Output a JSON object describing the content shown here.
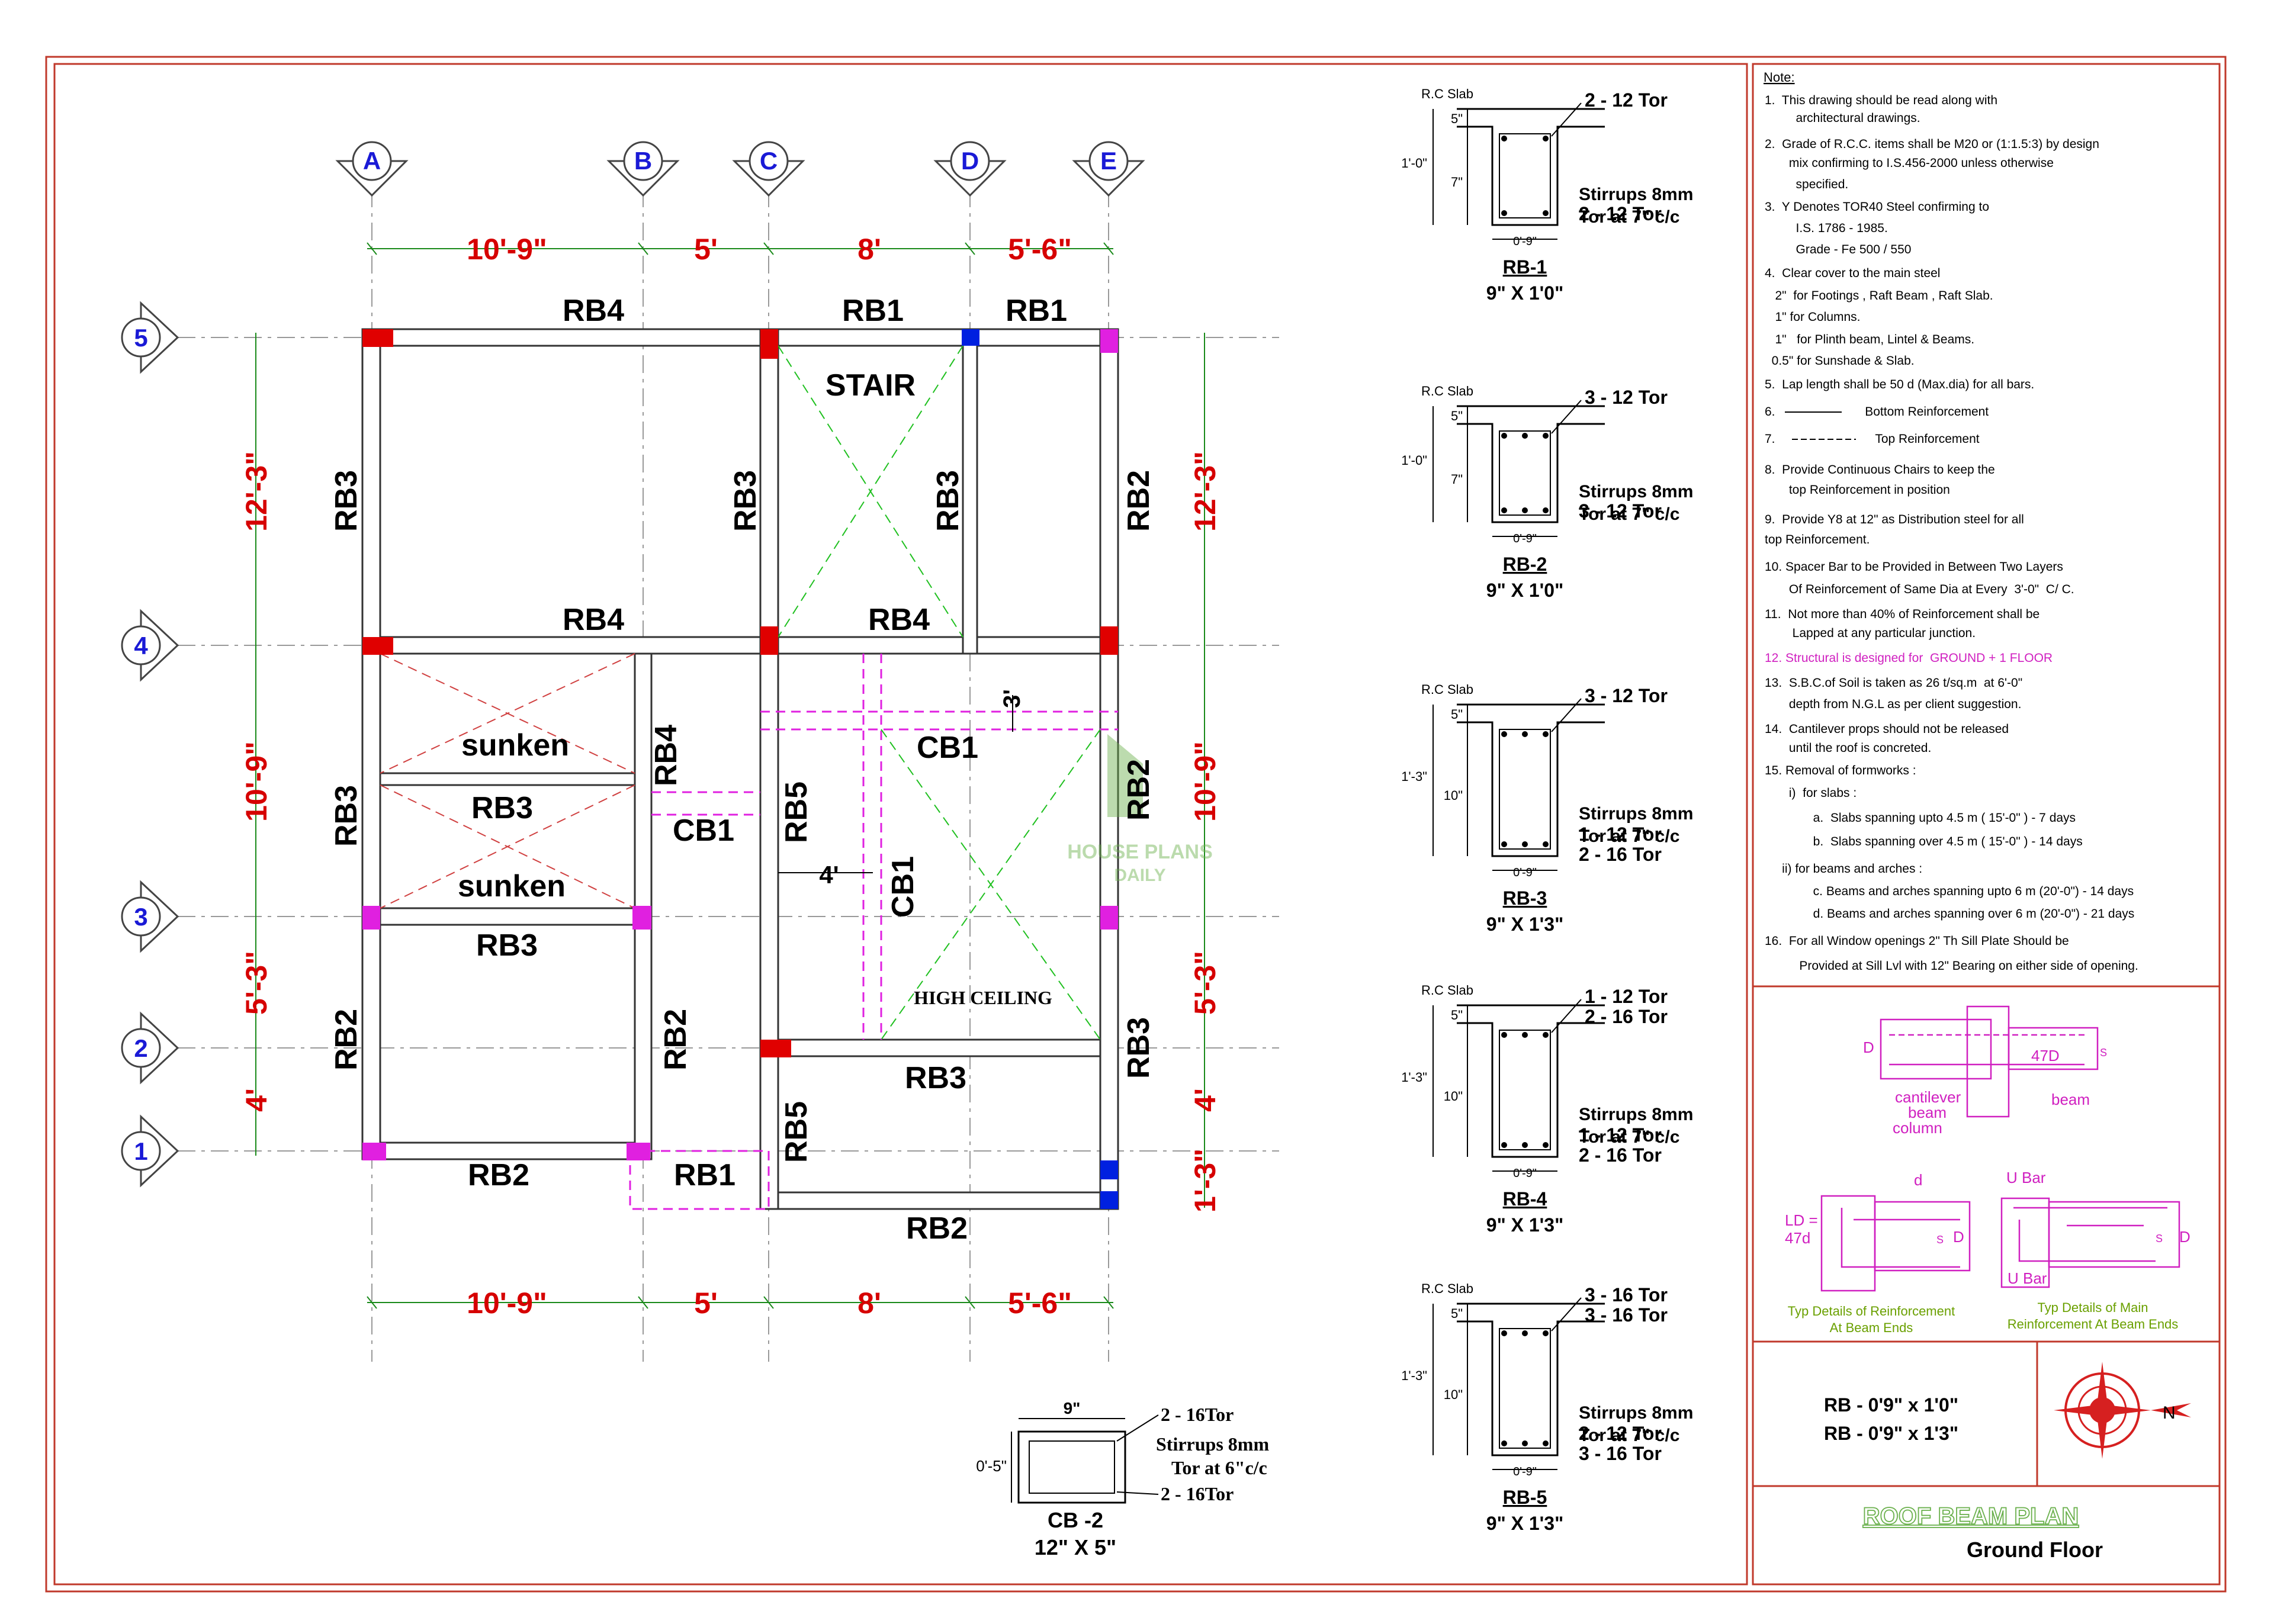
{
  "grid_columns": [
    "A",
    "B",
    "C",
    "D",
    "E"
  ],
  "grid_rows": [
    "5",
    "4",
    "3",
    "2",
    "1"
  ],
  "dims_horizontal": [
    "10'-9\"",
    "5'",
    "8'",
    "5'-6\""
  ],
  "dims_left": [
    "12'-3\"",
    "10'-9\"",
    "5'-3\"",
    "4'"
  ],
  "dims_right": [
    "12'-3\"",
    "10'-9\"",
    "5'-3\"",
    "4'",
    "1'-3\""
  ],
  "dim_3ft": "3'",
  "dim_4ft": "4'",
  "beams": {
    "rb4_top": "RB4",
    "rb1_top_a": "RB1",
    "rb1_top_b": "RB1",
    "rb3_left_top": "RB3",
    "rb3_c": "RB3",
    "rb3_d": "RB3",
    "rb2_right_top": "RB2",
    "rb4_mid_a": "RB4",
    "rb4_mid_c": "RB4",
    "stair": "STAIR",
    "sunken_1": "sunken",
    "sunken_2": "sunken",
    "rb4_vert": "RB4",
    "rb3_mid": "RB3",
    "cb1_a": "CB1",
    "cb1_b": "CB1",
    "cb1_c": "CB1",
    "rb5_a": "RB5",
    "rb2_right_mid": "RB2",
    "rb3_left_mid": "RB3",
    "rb3_row3": "RB3",
    "high_ceiling": "HIGH CEILING",
    "rb2_left_low": "RB2",
    "rb2_b": "RB2",
    "rb3_row2": "RB3",
    "rb3_right_low": "RB3",
    "rb5_b": "RB5",
    "rb2_bottom": "RB2",
    "rb1_bottom": "RB1",
    "rb2_bottom_right": "RB2"
  },
  "watermark": {
    "line1": "HOUSE PLANS",
    "line2": "DAILY"
  },
  "sections": [
    {
      "name": "RB-1",
      "size": "9\" X 1'0\"",
      "top": "2 - 12 Tor",
      "bottom": [
        "2 - 12 Tor"
      ],
      "stirrups": [
        "Stirrups 8mm",
        "Tor at  7\" c/c"
      ],
      "overall": "1'-0\"",
      "slab": "5\"",
      "web": "7\"",
      "width": "0'-9\"",
      "slab_lbl": "R.C Slab"
    },
    {
      "name": "RB-2",
      "size": "9\" X 1'0\"",
      "top": "3 - 12 Tor",
      "bottom": [
        "3 - 12 Tor"
      ],
      "stirrups": [
        "Stirrups 8mm",
        "Tor at  7\" c/c"
      ],
      "overall": "1'-0\"",
      "slab": "5\"",
      "web": "7\"",
      "width": "0'-9\"",
      "slab_lbl": "R.C Slab"
    },
    {
      "name": "RB-3",
      "size": "9\" X 1'3\"",
      "top": "3 - 12 Tor",
      "bottom": [
        "1 - 12 Tor",
        "2 - 16 Tor"
      ],
      "stirrups": [
        "Stirrups 8mm",
        "Tor at  7\" c/c"
      ],
      "overall": "1'-3\"",
      "slab": "5\"",
      "web": "10\"",
      "width": "0'-9\"",
      "slab_lbl": "R.C Slab"
    },
    {
      "name": "RB-4",
      "size": "9\" X 1'3\"",
      "top": "1 - 12 Tor",
      "top2": "2 - 16 Tor",
      "bottom": [
        "1 - 12 Tor",
        "2 - 16 Tor"
      ],
      "stirrups": [
        "Stirrups 8mm",
        "Tor at  7\" c/c"
      ],
      "overall": "1'-3\"",
      "slab": "5\"",
      "web": "10\"",
      "width": "0'-9\"",
      "slab_lbl": "R.C Slab"
    },
    {
      "name": "RB-5",
      "size": "9\" X 1'3\"",
      "top": "3 - 16 Tor",
      "top2": "3 - 16 Tor",
      "bottom": [
        "2 - 12 Tor",
        "3 - 16 Tor"
      ],
      "stirrups": [
        "Stirrups 8mm",
        "Tor at  7\" c/c"
      ],
      "overall": "1'-3\"",
      "slab": "5\"",
      "web": "10\"",
      "width": "0'-9\"",
      "slab_lbl": "R.C Slab"
    }
  ],
  "cb2": {
    "width": "9\"",
    "depth": "0'-5\"",
    "top": "2 - 16Tor",
    "stirrups1": "Stirrups 8mm",
    "stirrups2": "Tor at 6\"c/c",
    "bottom": "2 - 16Tor",
    "name": "CB -2",
    "size": "12\" X 5\""
  },
  "notes": {
    "heading": "Note:",
    "lines": [
      "1.  This drawing should be read along with",
      "         architectural drawings.",
      "2.  Grade of R.C.C. items shall be M20 or (1:1.5:3) by design",
      "       mix confirming to I.S.456-2000 unless otherwise",
      "         specified.",
      "3.  Y Denotes TOR40 Steel confirming to",
      "         I.S. 1786 - 1985.",
      "         Grade - Fe 500 / 550",
      "4.  Clear cover to the main steel",
      "   2\"  for Footings , Raft Beam , Raft Slab.",
      "   1\" for Columns.",
      "   1\"   for Plinth beam, Lintel & Beams.",
      "  0.5\" for Sunshade & Slab.",
      "5.  Lap length shall be 50 d (Max.dia) for all bars.",
      "6.                          Bottom Reinforcement",
      "7.                             Top Reinforcement",
      "8.  Provide Continuous Chairs to keep the",
      "       top Reinforcement in position",
      "9.  Provide Y8 at 12\" as Distribution steel for all",
      "top Reinforcement.",
      "10. Spacer Bar to be Provided in Between Two Layers",
      "       Of Reinforcement of Same Dia at Every  3'-0\"  C/ C.",
      "11.  Not more than 40% of Reinforcement shall be",
      "        Lapped at any particular junction.",
      "12. Structural is designed for  GROUND + 1 FLOOR",
      "13.  S.B.C.of Soil is taken as 26 t/sq.m  at 6'-0\"",
      "       depth from N.G.L as per client suggestion.",
      "14.  Cantilever props should not be released",
      "       until the roof is concreted.",
      "15. Removal of formworks :",
      "       i)  for slabs :",
      "              a.  Slabs spanning upto 4.5 m ( 15'-0\" ) - 7 days",
      "              b.  Slabs spanning over 4.5 m ( 15'-0\" ) - 14 days",
      "     ii) for beams and arches :",
      "              c. Beams and arches spanning upto 6 m (20'-0\") - 14 days",
      "              d. Beams and arches spanning over 6 m (20'-0\") - 21 days",
      "16.  For all Window openings 2\" Th Sill Plate Should be",
      "          Provided at Sill Lvl with 12\" Bearing on either side of opening."
    ]
  },
  "details": {
    "d1": {
      "D": "D",
      "len": "47D",
      "s": "S",
      "cantilever": "cantilever",
      "beam": "beam",
      "column": "column",
      "beam2": "beam"
    },
    "d2": {
      "d": "d",
      "ld1": "LD =",
      "ld2": "47d",
      "s": "S",
      "D": "D",
      "cap1": "Typ Details of Reinforcement",
      "cap2": "At Beam Ends"
    },
    "d3": {
      "ubar1": "U Bar",
      "ubar2": "U Bar",
      "s": "S",
      "D": "D",
      "cap1": "Typ Details of Main",
      "cap2": "Reinforcement At Beam Ends"
    }
  },
  "beam_sizes": [
    "RB - 0'9\" x 1'0\"",
    "RB - 0'9\" x 1'3\""
  ],
  "north": "N",
  "title": {
    "main": "ROOF BEAM PLAN",
    "sub": "Ground Floor"
  },
  "colors": {
    "border": "#c0392b",
    "dim": "#d60000",
    "grid": "#1a1ad6",
    "column_red": "#e00000",
    "column_magenta": "#e020e0",
    "column_blue": "#0020e0",
    "detail": "#d020c0",
    "cap": "#6aa000",
    "hatch_green": "#20c020",
    "hatch_red": "#d04040"
  }
}
